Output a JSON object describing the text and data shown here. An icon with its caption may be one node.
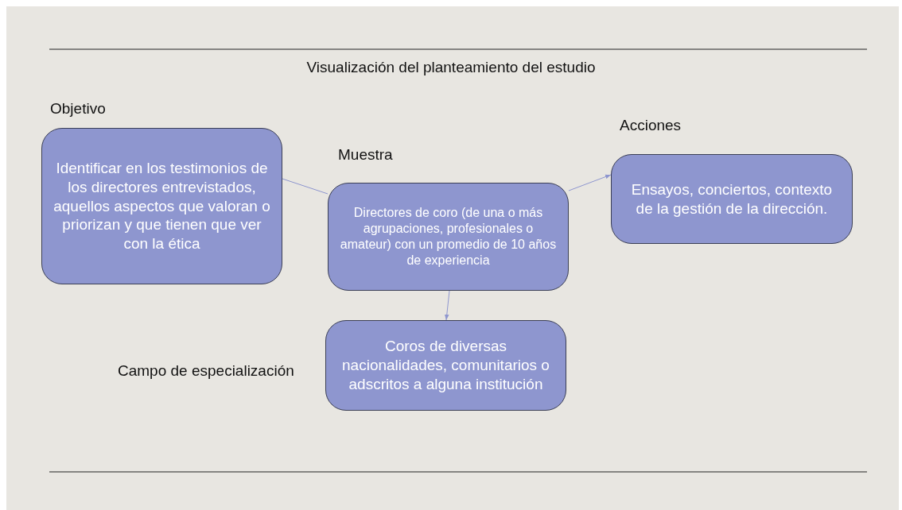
{
  "diagram": {
    "title": "Visualización del planteamiento del estudio",
    "nodes": [
      {
        "text": [
          "Objetivo",
          "Identificar en los testimonios de los directores entrevistados, aquellos aspectos que valoran o priorizan y que tienen que ver con la ética"
        ]
      },
      {
        "text": [
          "Muestra",
          "Directores de coro (de una o más agrupaciones, profesionales o amateur) con un promedio de 10 años de experiencia"
        ]
      },
      {
        "text": [
          "Acciones",
          "Ensayos, conciertos, contexto de la gestión de la dirección."
        ]
      },
      {
        "text": [
          "Campo de especialización",
          "Coros de diversas nacionalidades, comunitarios o adscritos a alguna institución"
        ]
      }
    ],
    "edges": [
      {
        "from": 0,
        "to": 1,
        "arrow": "none"
      },
      {
        "from": 1,
        "to": 2,
        "arrow": "to"
      },
      {
        "from": 1,
        "to": 3,
        "arrow": "to"
      }
    ]
  }
}
